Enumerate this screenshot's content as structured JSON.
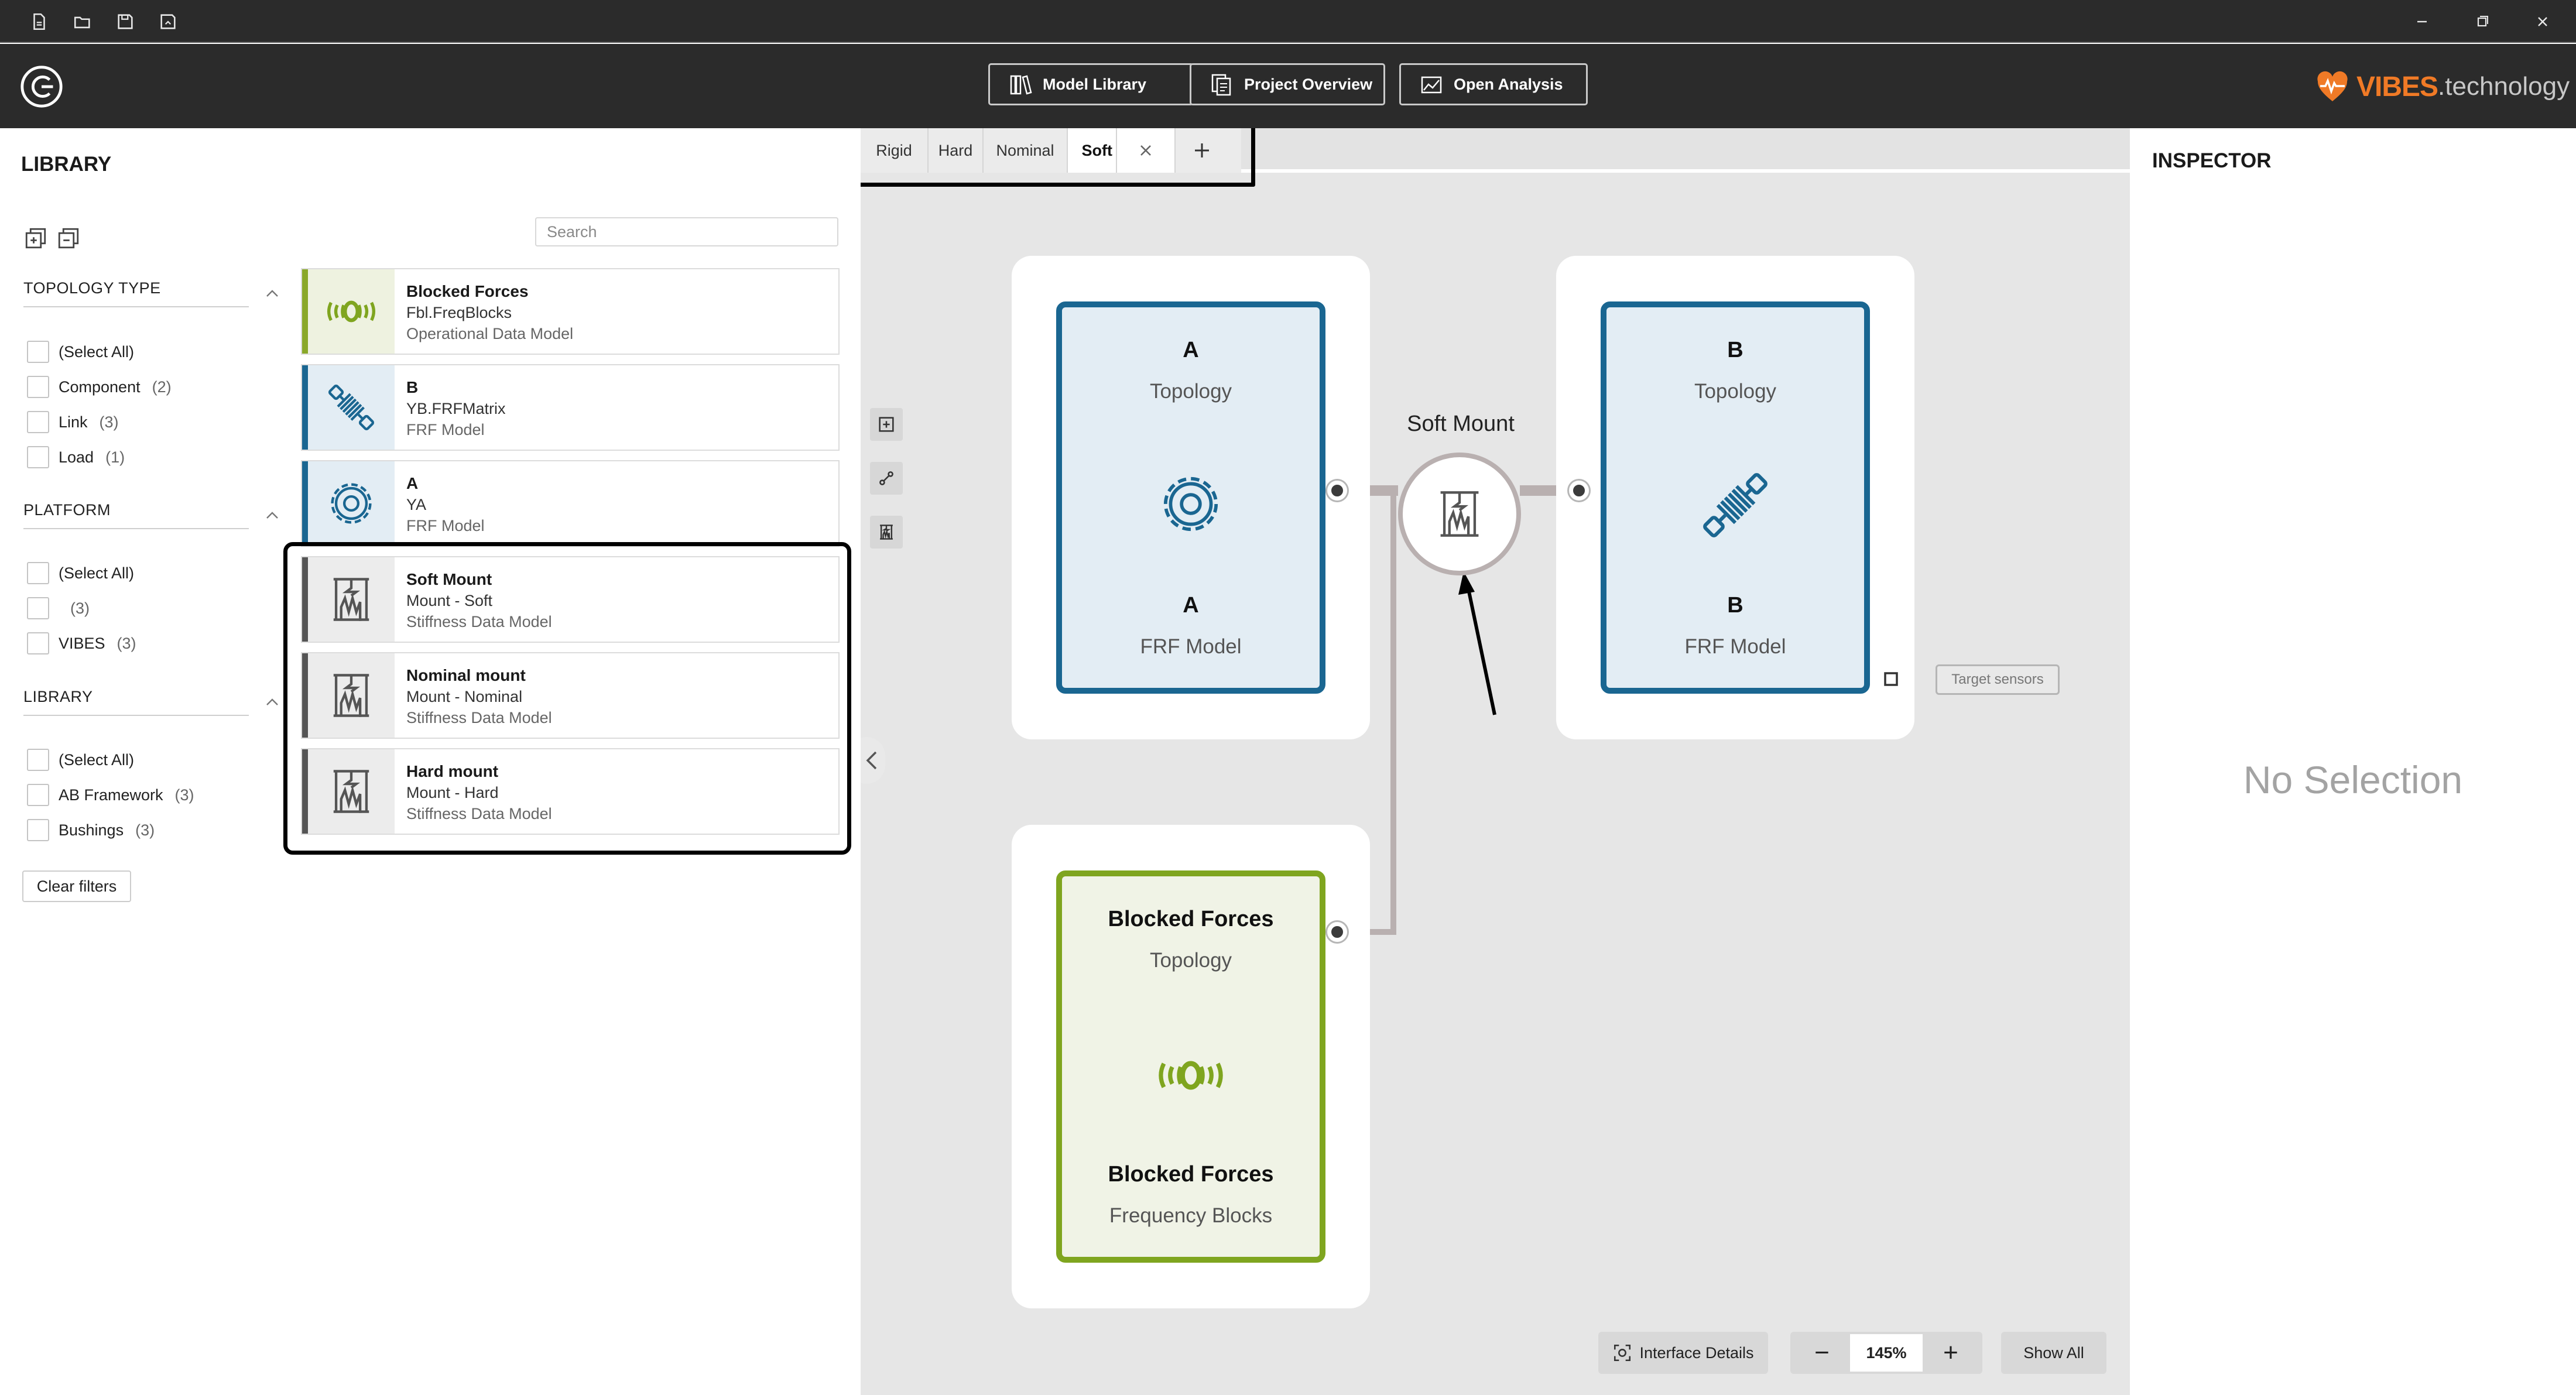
{
  "titlebar": {
    "icons": [
      "new-file-icon",
      "open-folder-icon",
      "save-icon",
      "save-as-icon"
    ],
    "window_controls": [
      "minimize-icon",
      "restore-icon",
      "close-icon"
    ]
  },
  "header": {
    "buttons": [
      {
        "label": "Model Library",
        "icon": "library-books-icon"
      },
      {
        "label": "Project Overview",
        "icon": "project-overview-icon"
      },
      {
        "label": "Open Analysis",
        "icon": "analysis-chart-icon"
      }
    ],
    "brand": {
      "name": "VIBES",
      "suffix": ".technology",
      "color": "#f07a26"
    }
  },
  "library": {
    "title": "LIBRARY",
    "search": {
      "placeholder": "Search",
      "value": ""
    },
    "filters": [
      {
        "heading": "TOPOLOGY TYPE",
        "options": [
          {
            "label": "(Select All)",
            "count": ""
          },
          {
            "label": "Component",
            "count": "(2)"
          },
          {
            "label": "Link",
            "count": "(3)"
          },
          {
            "label": "Load",
            "count": "(1)"
          }
        ]
      },
      {
        "heading": "PLATFORM",
        "options": [
          {
            "label": "(Select All)",
            "count": ""
          },
          {
            "label": "",
            "count": "(3)"
          },
          {
            "label": "VIBES",
            "count": "(3)"
          }
        ]
      },
      {
        "heading": "LIBRARY",
        "options": [
          {
            "label": "(Select All)",
            "count": ""
          },
          {
            "label": "AB Framework",
            "count": "(3)"
          },
          {
            "label": "Bushings",
            "count": "(3)"
          }
        ]
      }
    ],
    "clear_filters": "Clear filters",
    "cards": [
      {
        "name": "Blocked Forces",
        "sub": "Fbl.FreqBlocks",
        "type": "Operational Data Model",
        "icon": "blocked-forces-wave-icon",
        "strip": "#8aa829",
        "iconbg": "#eef2e0"
      },
      {
        "name": "B",
        "sub": "YB.FRFMatrix",
        "type": "FRF Model",
        "icon": "shock-absorber-icon",
        "strip": "#1a6691",
        "iconbg": "#e3edf4"
      },
      {
        "name": "A",
        "sub": "YA",
        "type": "FRF Model",
        "icon": "gear-icon",
        "strip": "#1a6691",
        "iconbg": "#e3edf4"
      },
      {
        "name": "Soft Mount",
        "sub": "Mount - Soft",
        "type": "Stiffness Data Model",
        "icon": "mount-spring-icon",
        "strip": "#555555",
        "iconbg": "#ececec"
      },
      {
        "name": "Nominal mount",
        "sub": "Mount - Nominal",
        "type": "Stiffness Data Model",
        "icon": "mount-spring-icon",
        "strip": "#555555",
        "iconbg": "#ececec"
      },
      {
        "name": "Hard mount",
        "sub": "Mount - Hard",
        "type": "Stiffness Data Model",
        "icon": "mount-spring-icon",
        "strip": "#555555",
        "iconbg": "#ececec"
      }
    ]
  },
  "canvas": {
    "tabs": [
      {
        "label": "Rigid",
        "active": false
      },
      {
        "label": "Hard",
        "active": false
      },
      {
        "label": "Nominal",
        "active": false
      },
      {
        "label": "Soft",
        "active": true
      }
    ],
    "nodes": {
      "a": {
        "title": "A",
        "subtitle": "Topology",
        "model_title": "A",
        "model_sub": "FRF Model"
      },
      "b": {
        "title": "B",
        "subtitle": "Topology",
        "model_title": "B",
        "model_sub": "FRF Model"
      },
      "bf": {
        "title": "Blocked Forces",
        "subtitle": "Topology",
        "model_title": "Blocked Forces",
        "model_sub": "Frequency Blocks"
      }
    },
    "mount_label": "Soft Mount",
    "target_sensors": "Target sensors",
    "interface_details": "Interface Details",
    "zoom": "145%",
    "show_all": "Show All"
  },
  "inspector": {
    "title": "INSPECTOR",
    "empty": "No Selection"
  },
  "colors": {
    "blue": "#1a6691",
    "green": "#7fa51f",
    "orange": "#f07a26",
    "link": "#b9b0b0"
  }
}
